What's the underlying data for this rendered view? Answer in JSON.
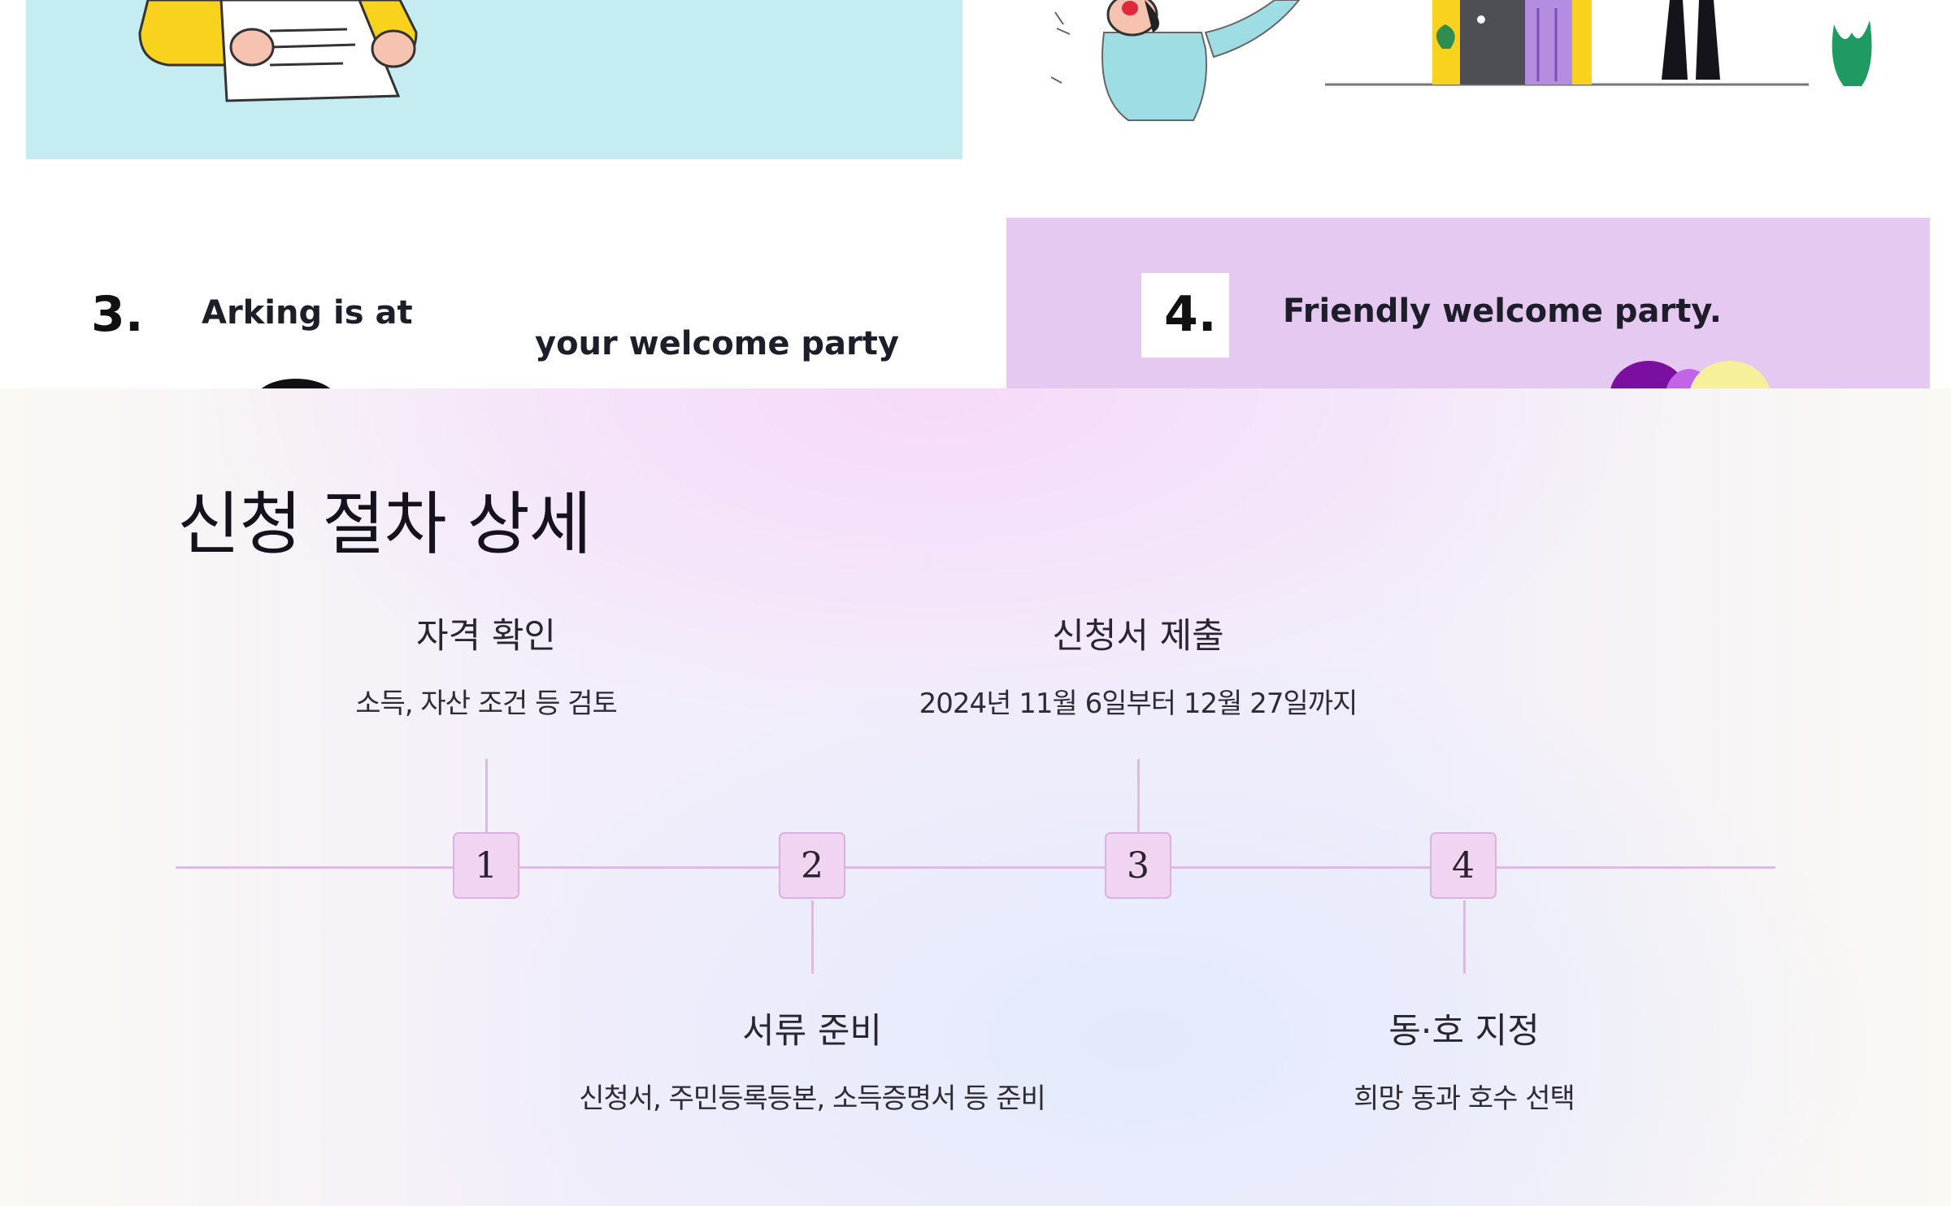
{
  "illustration": {
    "panel3": {
      "number": "3.",
      "caption_a": "Arking is at",
      "caption_b": "your welcome party"
    },
    "panel4": {
      "number": "4.",
      "caption": "Friendly welcome party."
    },
    "colors": {
      "cyan_panel": "#c5ecf1",
      "purple_panel": "#e6c9f1"
    }
  },
  "process": {
    "title": "신청 절차 상세",
    "steps": [
      {
        "number": "1",
        "title": "자격 확인",
        "description": "소득, 자산 조건 등 검토",
        "position": "above"
      },
      {
        "number": "2",
        "title": "서류 준비",
        "description": "신청서, 주민등록등본, 소득증명서 등 준비",
        "position": "below"
      },
      {
        "number": "3",
        "title": "신청서 제출",
        "description": "2024년 11월 6일부터 12월 27일까지",
        "position": "above"
      },
      {
        "number": "4",
        "title": "동·호 지정",
        "description": "희망 동과 호수 선택",
        "position": "below"
      }
    ],
    "colors": {
      "accent": "#dcbbe2",
      "marker_fill": "#f1d3f2"
    }
  }
}
